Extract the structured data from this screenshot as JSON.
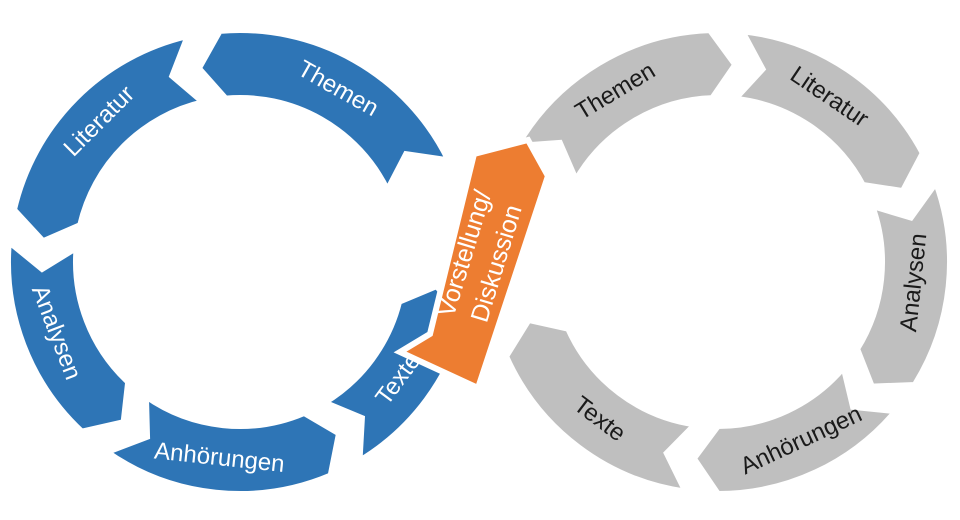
{
  "colors": {
    "blue": "#2e75b6",
    "gray": "#bfbfbf",
    "orange": "#ed7d31"
  },
  "left_cycle": {
    "segments": [
      {
        "label": "Themen"
      },
      {
        "label": "Literatur"
      },
      {
        "label": "Analysen"
      },
      {
        "label": "Anhörungen"
      },
      {
        "label": "Texte"
      }
    ]
  },
  "right_cycle": {
    "segments": [
      {
        "label": "Themen"
      },
      {
        "label": "Literatur"
      },
      {
        "label": "Analysen"
      },
      {
        "label": "Anhörungen"
      },
      {
        "label": "Texte"
      }
    ]
  },
  "center": {
    "line1": "Vorstellung/",
    "line2": "Diskussion"
  }
}
